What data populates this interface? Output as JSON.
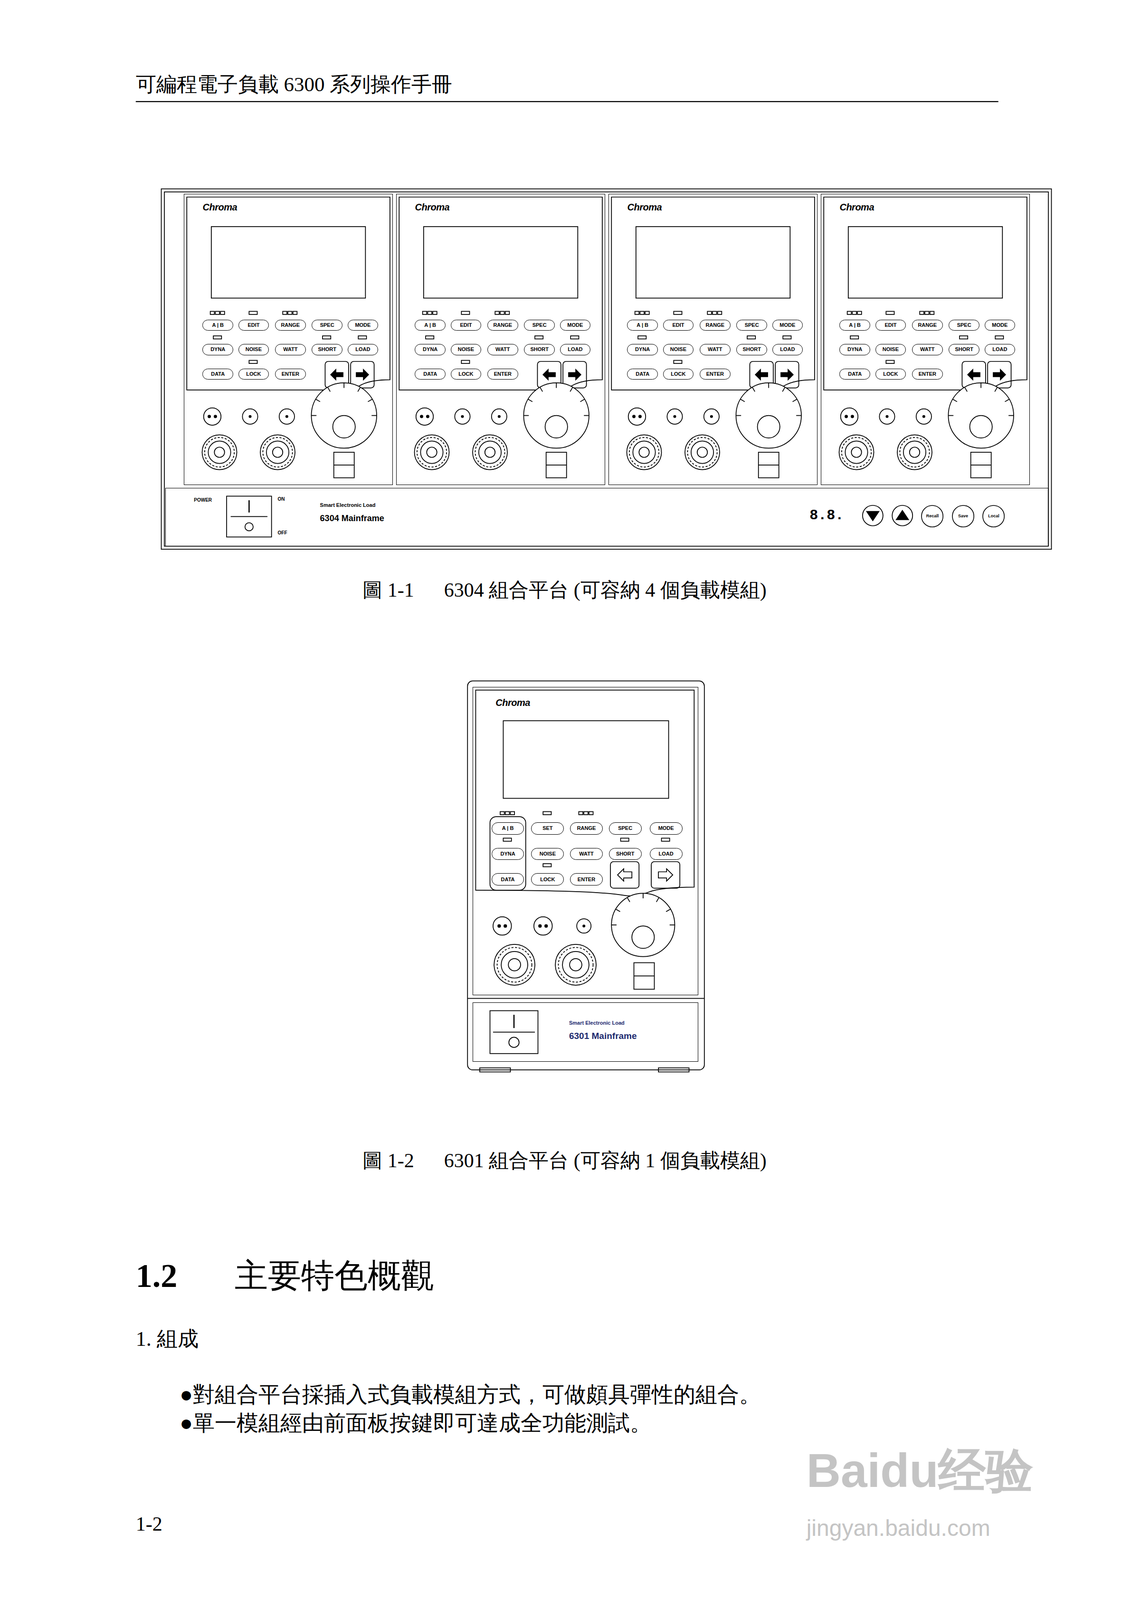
{
  "diagram": {
    "title": "可編程電子負載 6300 系列操作手冊",
    "nodes": [
      {
        "text": [
          "Chroma"
        ]
      },
      {
        "text": [
          "A | B"
        ],
        "in": 0
      },
      {
        "text": [
          "EDIT"
        ],
        "in": 0
      },
      {
        "text": [
          "RANGE"
        ],
        "in": 0
      },
      {
        "text": [
          "SPEC"
        ],
        "in": 0
      },
      {
        "text": [
          "MODE"
        ],
        "in": 0
      },
      {
        "text": [
          "DYNA"
        ],
        "in": 0
      },
      {
        "text": [
          "NOISE"
        ],
        "in": 0
      },
      {
        "text": [
          "WATT"
        ],
        "in": 0
      },
      {
        "text": [
          "SHORT"
        ],
        "in": 0
      },
      {
        "text": [
          "LOAD"
        ],
        "in": 0
      },
      {
        "text": [
          "DATA"
        ],
        "in": 0
      },
      {
        "text": [
          "LOCK"
        ],
        "in": 0
      },
      {
        "text": [
          "ENTER"
        ],
        "in": 0
      },
      {
        "text": [
          "Chroma"
        ]
      },
      {
        "text": [
          "A | B"
        ],
        "in": 14
      },
      {
        "text": [
          "EDIT"
        ],
        "in": 14
      },
      {
        "text": [
          "RANGE"
        ],
        "in": 14
      },
      {
        "text": [
          "SPEC"
        ],
        "in": 14
      },
      {
        "text": [
          "MODE"
        ],
        "in": 14
      },
      {
        "text": [
          "DYNA"
        ],
        "in": 14
      },
      {
        "text": [
          "NOISE"
        ],
        "in": 14
      },
      {
        "text": [
          "WATT"
        ],
        "in": 14
      },
      {
        "text": [
          "SHORT"
        ],
        "in": 14
      },
      {
        "text": [
          "LOAD"
        ],
        "in": 14
      },
      {
        "text": [
          "DATA"
        ],
        "in": 14
      },
      {
        "text": [
          "LOCK"
        ],
        "in": 14
      },
      {
        "text": [
          "ENTER"
        ],
        "in": 14
      },
      {
        "text": [
          "Chroma"
        ]
      },
      {
        "text": [
          "A | B"
        ],
        "in": 28
      },
      {
        "text": [
          "EDIT"
        ],
        "in": 28
      },
      {
        "text": [
          "RANGE"
        ],
        "in": 28
      },
      {
        "text": [
          "SPEC"
        ],
        "in": 28
      },
      {
        "text": [
          "MODE"
        ],
        "in": 28
      },
      {
        "text": [
          "DYNA"
        ],
        "in": 28
      },
      {
        "text": [
          "NOISE"
        ],
        "in": 28
      },
      {
        "text": [
          "WATT"
        ],
        "in": 28
      },
      {
        "text": [
          "SHORT"
        ],
        "in": 28
      },
      {
        "text": [
          "LOAD"
        ],
        "in": 28
      },
      {
        "text": [
          "DATA"
        ],
        "in": 28
      },
      {
        "text": [
          "LOCK"
        ],
        "in": 28
      },
      {
        "text": [
          "ENTER"
        ],
        "in": 28
      },
      {
        "text": [
          "Chroma"
        ]
      },
      {
        "text": [
          "A | B"
        ],
        "in": 42
      },
      {
        "text": [
          "EDIT"
        ],
        "in": 42
      },
      {
        "text": [
          "RANGE"
        ],
        "in": 42
      },
      {
        "text": [
          "SPEC"
        ],
        "in": 42
      },
      {
        "text": [
          "MODE"
        ],
        "in": 42
      },
      {
        "text": [
          "DYNA"
        ],
        "in": 42
      },
      {
        "text": [
          "NOISE"
        ],
        "in": 42
      },
      {
        "text": [
          "WATT"
        ],
        "in": 42
      },
      {
        "text": [
          "SHORT"
        ],
        "in": 42
      },
      {
        "text": [
          "LOAD"
        ],
        "in": 42
      },
      {
        "text": [
          "DATA"
        ],
        "in": 42
      },
      {
        "text": [
          "LOCK"
        ],
        "in": 42
      },
      {
        "text": [
          "ENTER"
        ],
        "in": 42
      },
      {
        "text": [
          "Smart Electronic Load",
          "6304 Mainframe"
        ]
      },
      {
        "text": [
          "Recall"
        ],
        "in": 56
      },
      {
        "text": [
          "Save"
        ],
        "in": 56
      },
      {
        "text": [
          "Local"
        ],
        "in": 56
      },
      {
        "text": [
          "Chroma"
        ]
      },
      {
        "text": [
          "A | B"
        ],
        "in": 60
      },
      {
        "text": [
          "SET"
        ],
        "in": 60
      },
      {
        "text": [
          "RANGE"
        ],
        "in": 60
      },
      {
        "text": [
          "SPEC"
        ],
        "in": 60
      },
      {
        "text": [
          "MODE"
        ],
        "in": 60
      },
      {
        "text": [
          "DYNA"
        ],
        "in": 60
      },
      {
        "text": [
          "NOISE"
        ],
        "in": 60
      },
      {
        "text": [
          "WATT"
        ],
        "in": 60
      },
      {
        "text": [
          "SHORT"
        ],
        "in": 60
      },
      {
        "text": [
          "LOAD"
        ],
        "in": 60
      },
      {
        "text": [
          "DATA"
        ],
        "in": 60
      },
      {
        "text": [
          "LOCK"
        ],
        "in": 60
      },
      {
        "text": [
          "ENTER"
        ],
        "in": 60
      },
      {
        "text": [
          "Smart Electronic Load",
          "6301 Mainframe"
        ]
      }
    ],
    "labels": [
      "POWER",
      "ON",
      "OFF",
      "8.8.",
      "圖 1-1      6304 組合平台 (可容納 4 個負載模組)",
      "圖 1-2      6301 組合平台 (可容納 1 個負載模組)",
      "1.2",
      "主要特色概觀",
      "1. 組成",
      "●對組合平台採插入式負載模組方式，可做頗具彈性的組合。",
      "●單一模組經由前面板按鍵即可達成全功能測試。",
      "1-2",
      "Baidu经验",
      "jingyan.baidu.com"
    ]
  }
}
